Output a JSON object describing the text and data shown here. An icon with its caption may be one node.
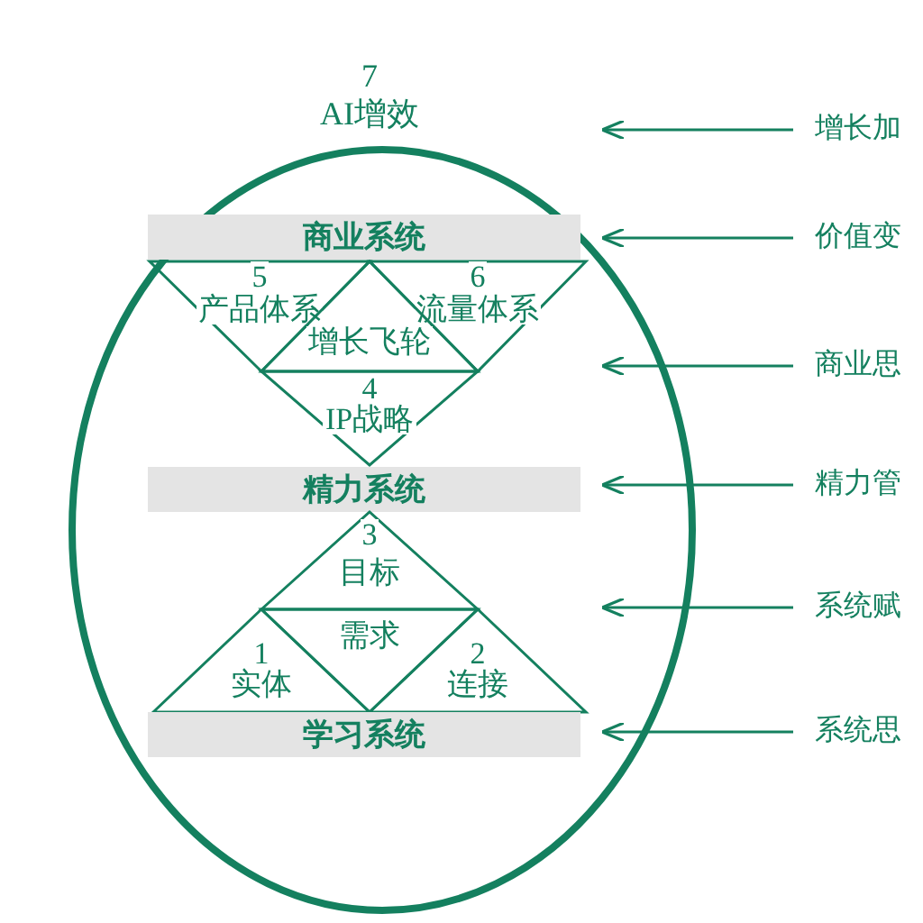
{
  "diagram": {
    "nodes": [
      {
        "text": [
          "商业系统"
        ]
      },
      {
        "text": [
          "5",
          "产品体系"
        ]
      },
      {
        "text": [
          "6",
          "流量体系"
        ]
      },
      {
        "text": [
          "增长飞轮"
        ]
      },
      {
        "text": [
          "4",
          "IP战略"
        ]
      },
      {
        "text": [
          "精力系统"
        ]
      },
      {
        "text": [
          "3",
          "目标"
        ]
      },
      {
        "text": [
          "1",
          "实体"
        ]
      },
      {
        "text": [
          "需求"
        ]
      },
      {
        "text": [
          "2",
          "连接"
        ]
      },
      {
        "text": [
          "学习系统"
        ]
      },
      {
        "text": [
          "增长加"
        ]
      },
      {
        "text": [
          "价值变"
        ]
      },
      {
        "text": [
          "商业思"
        ]
      },
      {
        "text": [
          "精力管"
        ]
      },
      {
        "text": [
          "系统赋"
        ]
      },
      {
        "text": [
          "系统思"
        ]
      }
    ],
    "edges": [
      {
        "from": 11,
        "to": null,
        "arrow": "to"
      },
      {
        "from": 12,
        "to": 0,
        "arrow": "to"
      },
      {
        "from": 13,
        "to": null,
        "arrow": "to"
      },
      {
        "from": 14,
        "to": 5,
        "arrow": "to"
      },
      {
        "from": 15,
        "to": null,
        "arrow": "to"
      },
      {
        "from": 16,
        "to": 10,
        "arrow": "to"
      }
    ],
    "labels": [
      "7",
      "AI增效"
    ]
  }
}
